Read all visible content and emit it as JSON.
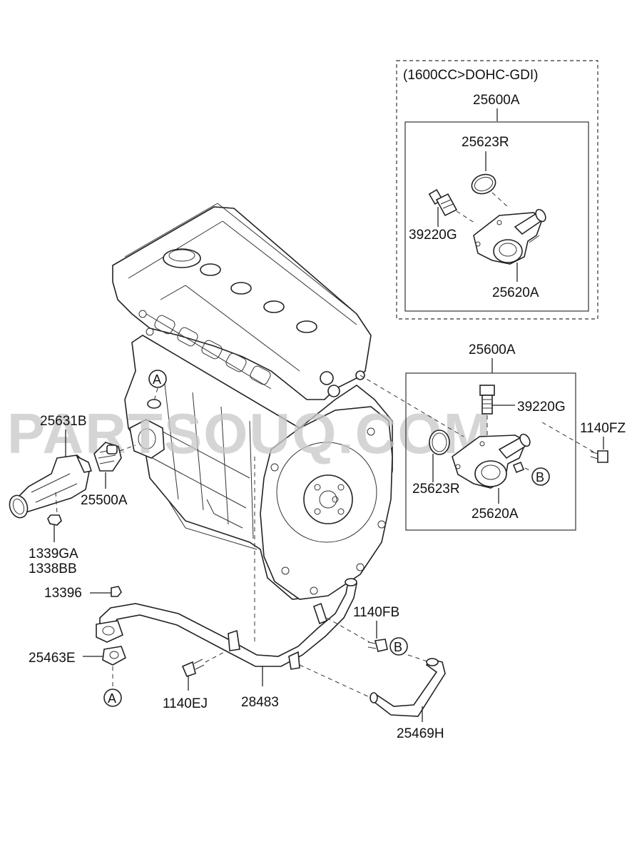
{
  "watermark": "PARTSOUQ.COM",
  "variant_box": {
    "title": "(1600CC>DOHC-GDI)",
    "assembly": "25600A",
    "gasket": "25623R",
    "sensor": "39220G",
    "housing": "25620A"
  },
  "main_box": {
    "assembly": "25600A",
    "sensor": "39220G",
    "gasket": "25623R",
    "housing": "25620A"
  },
  "labels": {
    "bolt_fz": "1140FZ",
    "outlet": "25631B",
    "thermostat": "25500A",
    "stud_ga": "1339GA",
    "stud_bb": "1338BB",
    "nut": "13396",
    "gasket_e": "25463E",
    "bolt_ej": "1140EJ",
    "pipe": "28483",
    "bolt_fb": "1140FB",
    "hose": "25469H"
  },
  "markers": {
    "a": "A",
    "b": "B"
  }
}
